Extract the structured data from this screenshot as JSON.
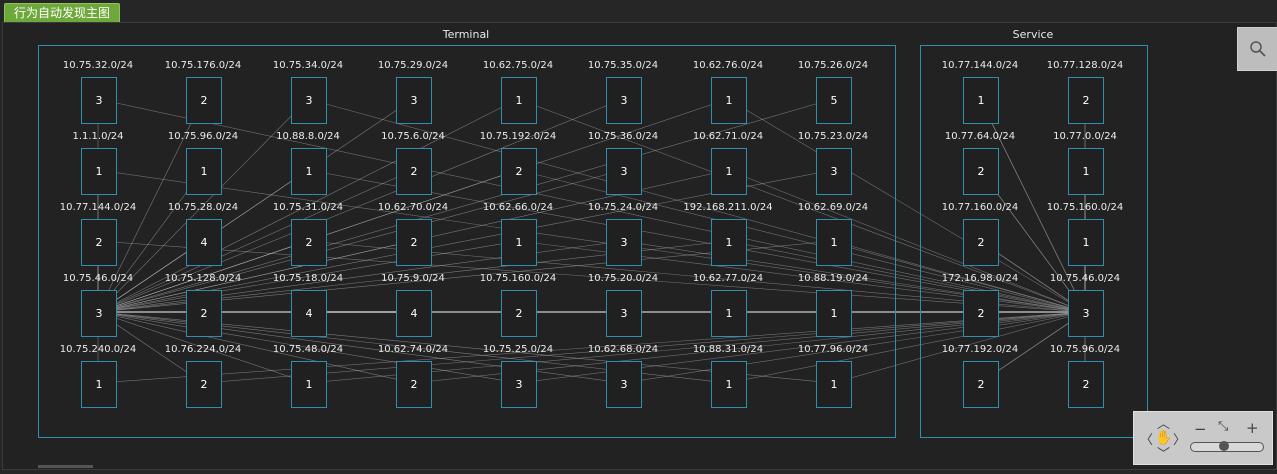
{
  "tab": {
    "label": "行为自动发现主图"
  },
  "groups": {
    "terminal": {
      "title": "Terminal"
    },
    "service": {
      "title": "Service"
    }
  },
  "terminal_nodes": [
    [
      "10.75.32.0/24",
      "3"
    ],
    [
      "10.75.176.0/24",
      "2"
    ],
    [
      "10.75.34.0/24",
      "3"
    ],
    [
      "10.75.29.0/24",
      "3"
    ],
    [
      "10.62.75.0/24",
      "1"
    ],
    [
      "10.75.35.0/24",
      "3"
    ],
    [
      "10.62.76.0/24",
      "1"
    ],
    [
      "10.75.26.0/24",
      "5"
    ],
    [
      "1.1.1.0/24",
      "1"
    ],
    [
      "10.75.96.0/24",
      "1"
    ],
    [
      "10.88.8.0/24",
      "1"
    ],
    [
      "10.75.6.0/24",
      "2"
    ],
    [
      "10.75.192.0/24",
      "2"
    ],
    [
      "10.75.36.0/24",
      "3"
    ],
    [
      "10.62.71.0/24",
      "1"
    ],
    [
      "10.75.23.0/24",
      "3"
    ],
    [
      "10.77.144.0/24",
      "2"
    ],
    [
      "10.75.28.0/24",
      "4"
    ],
    [
      "10.75.31.0/24",
      "2"
    ],
    [
      "10.62.70.0/24",
      "2"
    ],
    [
      "10.62.66.0/24",
      "1"
    ],
    [
      "10.75.24.0/24",
      "3"
    ],
    [
      "192.168.211.0/24",
      "1"
    ],
    [
      "10.62.69.0/24",
      "1"
    ],
    [
      "10.75.46.0/24",
      "3"
    ],
    [
      "10.75.128.0/24",
      "2"
    ],
    [
      "10.75.18.0/24",
      "4"
    ],
    [
      "10.75.9.0/24",
      "4"
    ],
    [
      "10.75.160.0/24",
      "2"
    ],
    [
      "10.75.20.0/24",
      "3"
    ],
    [
      "10.62.77.0/24",
      "1"
    ],
    [
      "10.88.19.0/24",
      "1"
    ],
    [
      "10.75.240.0/24",
      "1"
    ],
    [
      "10.76.224.0/24",
      "2"
    ],
    [
      "10.75.48.0/24",
      "1"
    ],
    [
      "10.62.74.0/24",
      "2"
    ],
    [
      "10.75.25.0/24",
      "3"
    ],
    [
      "10.62.68.0/24",
      "3"
    ],
    [
      "10.88.31.0/24",
      "1"
    ],
    [
      "10.77.96.0/24",
      "1"
    ]
  ],
  "service_nodes": [
    [
      "10.77.144.0/24",
      "1"
    ],
    [
      "10.77.128.0/24",
      "2"
    ],
    [
      "10.77.64.0/24",
      "2"
    ],
    [
      "10.77.0.0/24",
      "1"
    ],
    [
      "10.77.160.0/24",
      "2"
    ],
    [
      "10.75.160.0/24",
      "1"
    ],
    [
      "172.16.98.0/24",
      "2"
    ],
    [
      "10.75.46.0/24",
      "3"
    ],
    [
      "10.77.192.0/24",
      "2"
    ],
    [
      "10.75.96.0/24",
      "2"
    ]
  ],
  "toolbar": {
    "search_icon": "search-icon",
    "nav_icons": [
      "pan-up-icon",
      "pan-left-icon",
      "pan-hand-icon",
      "pan-right-icon",
      "pan-down-icon",
      "zoom-out-icon",
      "fit-icon",
      "zoom-in-icon"
    ],
    "zoom_level": 0.45
  }
}
